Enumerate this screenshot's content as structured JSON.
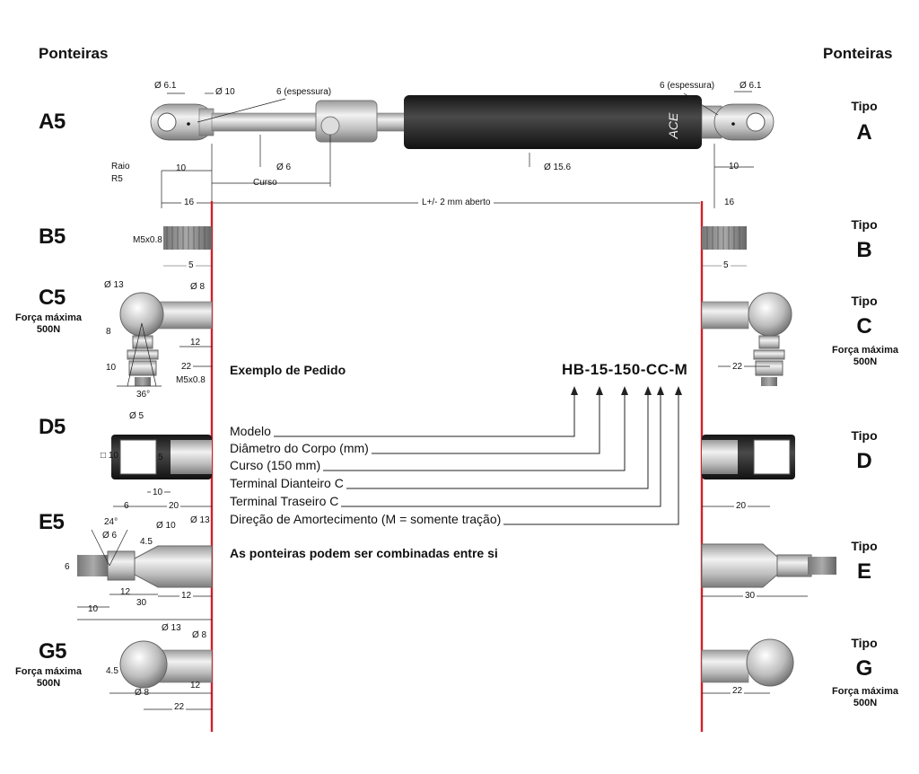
{
  "header": {
    "left": "Ponteiras",
    "right": "Ponteiras"
  },
  "rows": [
    {
      "code": "A5",
      "sub": "",
      "tipo": "Tipo",
      "letter": "A",
      "sub_right": ""
    },
    {
      "code": "B5",
      "sub": "",
      "tipo": "Tipo",
      "letter": "B",
      "sub_right": ""
    },
    {
      "code": "C5",
      "sub": "Força máxima\n500N",
      "tipo": "Tipo",
      "letter": "C",
      "sub_right": "Força máxima\n500N"
    },
    {
      "code": "D5",
      "sub": "",
      "tipo": "Tipo",
      "letter": "D",
      "sub_right": ""
    },
    {
      "code": "E5",
      "sub": "",
      "tipo": "Tipo",
      "letter": "E",
      "sub_right": ""
    },
    {
      "code": "G5",
      "sub": "Força máxima\n500N",
      "tipo": "Tipo",
      "letter": "G",
      "sub_right": "Força máxima\n500N"
    }
  ],
  "a5_dims": {
    "d61": "Ø 6.1",
    "d10": "Ø 10",
    "esp_left": "6 (espessura)",
    "esp_right": "6 (espessura)",
    "d61_right": "Ø 6.1",
    "raio": "Raio",
    "r5": "R5",
    "ten": "10",
    "ten_right": "10",
    "d6": "Ø 6",
    "d156": "Ø 15.6",
    "curso": "Curso",
    "sixteen": "16",
    "sixteen_right": "16",
    "length": "L+/- 2 mm aberto",
    "brand": "ACE"
  },
  "b5_dims": {
    "thread": "M5x0.8",
    "five": "5",
    "five_right": "5"
  },
  "c5_dims": {
    "d13": "Ø 13",
    "d8": "Ø 8",
    "eight": "8",
    "twelve": "12",
    "ten": "10",
    "twentytwo": "22",
    "m5": "M5x0.8",
    "angle": "36°",
    "twentytwo_right": "22"
  },
  "d5_dims": {
    "d5": "Ø 5",
    "sq10": "□ 10",
    "five": "5",
    "ten": "10",
    "six": "6",
    "twenty": "20",
    "twenty_right": "20"
  },
  "e5_dims": {
    "angle": "24°",
    "d6": "Ø 6",
    "d10": "Ø 10",
    "d13": "Ø 13",
    "fourfive": "4.5",
    "six": "6",
    "twelve": "12",
    "twelve2": "12",
    "ten": "10",
    "thirty": "30",
    "thirty_right": "30"
  },
  "g5_dims": {
    "d13": "Ø 13",
    "d8": "Ø 8",
    "fourfive": "4.5",
    "d8b": "Ø 8",
    "twelve": "12",
    "twentytwo": "22",
    "twentytwo_right": "22"
  },
  "order": {
    "title": "Exemplo de Pedido",
    "code_parts": [
      "HB",
      "15",
      "150",
      "C",
      "C",
      "M"
    ],
    "code_seps": [
      "-",
      "-",
      "-",
      "",
      "-"
    ],
    "items": [
      "Modelo",
      "Diâmetro do Corpo (mm)",
      "Curso (150 mm)",
      "Terminal Dianteiro C",
      "Terminal Traseiro C",
      "Direção de Amortecimento (M = somente tração)"
    ],
    "note": "As ponteiras podem ser combinadas entre si"
  },
  "colors": {
    "red_line": "#d0202a",
    "body_dark": "#2a2a2a",
    "metal": "#c8c8c8"
  }
}
